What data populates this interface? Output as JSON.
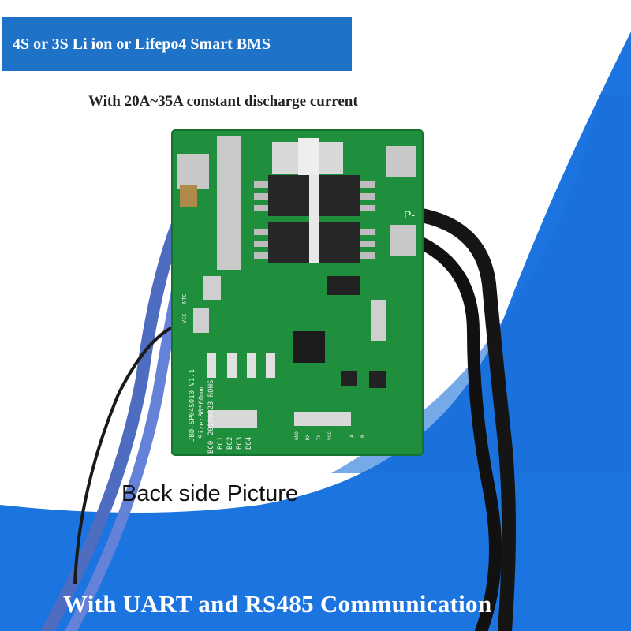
{
  "banner": {
    "text": "4S or 3S Li ion or Lifepo4 Smart BMS"
  },
  "subtitle": {
    "text": "With 20A~35A constant discharge current"
  },
  "photo_caption": {
    "text": "Back  side Picture"
  },
  "footer": {
    "text": "With UART and RS485 Communication"
  },
  "board": {
    "p_minus": "P-",
    "silk_id": "JBD-SP04S010 V1.1",
    "silk_size": "Size:80*60mm",
    "silk_date": "20190823 ROHS",
    "silk_vcc": "VCC",
    "silk_ntc": "NTC",
    "balance_labels": [
      "BC4",
      "BC3",
      "BC2",
      "BC1",
      "BC0"
    ],
    "conn_labels": [
      "GND",
      "RX",
      "TX",
      "VCC",
      "A",
      "B"
    ]
  },
  "colors": {
    "brand_blue": "#1e72c8",
    "pcb_green": "#1f8f3d",
    "wire_blue": "#5b78c8",
    "wire_black": "#151515"
  }
}
